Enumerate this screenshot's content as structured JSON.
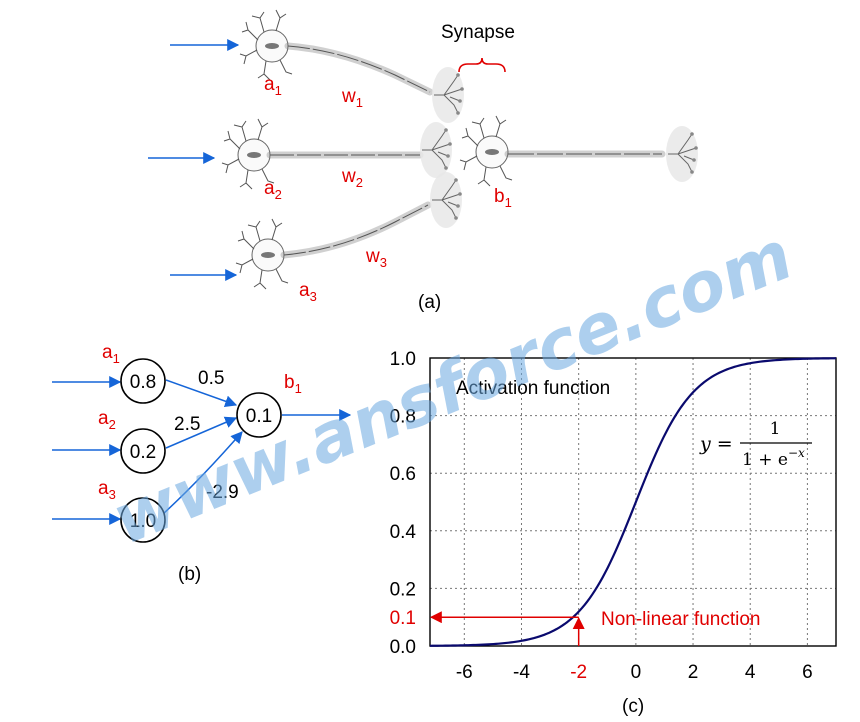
{
  "panel_a": {
    "synapse_label": "Synapse",
    "caption": "(a)",
    "neurons": [
      {
        "label_main": "a",
        "label_sub": "1"
      },
      {
        "label_main": "a",
        "label_sub": "2"
      },
      {
        "label_main": "a",
        "label_sub": "3"
      },
      {
        "label_main": "b",
        "label_sub": "1"
      }
    ],
    "weights": [
      {
        "label_main": "w",
        "label_sub": "1"
      },
      {
        "label_main": "w",
        "label_sub": "2"
      },
      {
        "label_main": "w",
        "label_sub": "3"
      }
    ]
  },
  "panel_b": {
    "caption": "(b)",
    "inputs": [
      {
        "label_main": "a",
        "label_sub": "1",
        "value": "0.8"
      },
      {
        "label_main": "a",
        "label_sub": "2",
        "value": "0.2"
      },
      {
        "label_main": "a",
        "label_sub": "3",
        "value": "1.0"
      }
    ],
    "weights": [
      "0.5",
      "2.5",
      "-2.9"
    ],
    "output": {
      "label_main": "b",
      "label_sub": "1",
      "value": "0.1"
    }
  },
  "watermark": "www.ansforce.com",
  "chart_data": {
    "type": "line",
    "title": "Activation function",
    "formula": {
      "lhs": "y =",
      "numerator": "1",
      "denominator": "1 + e",
      "exponent": "−x"
    },
    "caption": "(c)",
    "xlim": [
      -7.2,
      7.0
    ],
    "ylim": [
      0.0,
      1.0
    ],
    "xticks": [
      -6,
      -4,
      -2,
      0,
      2,
      4,
      6
    ],
    "yticks": [
      0.0,
      0.2,
      0.4,
      0.6,
      0.8,
      1.0
    ],
    "ytick_labels": [
      "0.0",
      "0.2",
      "0.4",
      "0.6",
      "0.8",
      "1.0"
    ],
    "grid": true,
    "series": [
      {
        "function": "sigmoid",
        "x_range": [
          -7.2,
          7.0
        ],
        "color": "#0a0a6e"
      }
    ],
    "annotation": {
      "text": "Non-linear function",
      "x": -2,
      "y": 0.1,
      "x_label": "-2",
      "y_label": "0.1",
      "color": "#e00000"
    }
  }
}
